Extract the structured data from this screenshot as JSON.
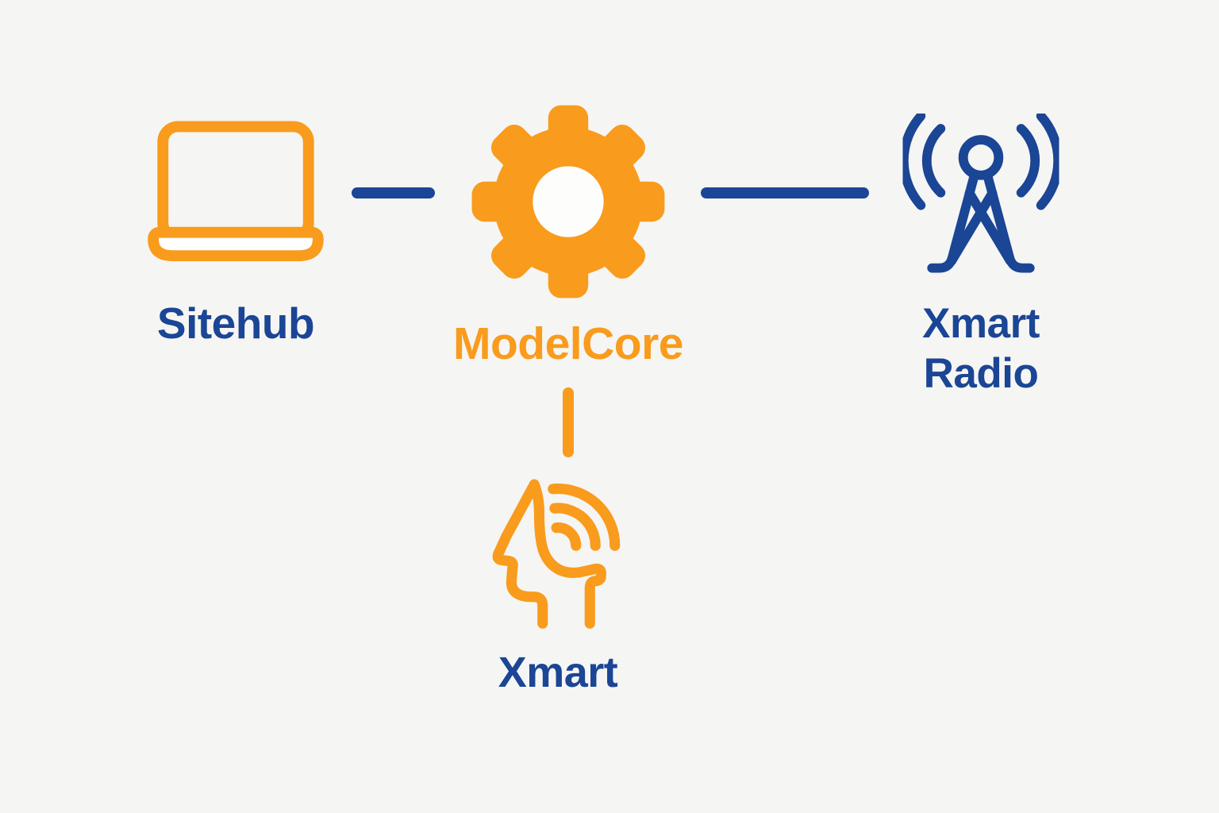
{
  "diagram": {
    "title": "",
    "background_color": "#f5f5f3",
    "colors": {
      "orange": "#f99b1c",
      "blue": "#1b4595",
      "white": "#ffffff"
    },
    "nodes": [
      {
        "id": "sitehub",
        "label": "Sitehub",
        "icon": "laptop-icon",
        "icon_color": "orange",
        "label_color": "blue"
      },
      {
        "id": "modelcore",
        "label": "ModelCore",
        "icon": "gear-icon",
        "icon_color": "orange",
        "label_color": "orange"
      },
      {
        "id": "xmart-radio",
        "label": "Xmart Radio",
        "label_lines": [
          "Xmart",
          "Radio"
        ],
        "icon": "radio-tower-icon",
        "icon_color": "blue",
        "label_color": "blue"
      },
      {
        "id": "xmart",
        "label": "Xmart",
        "icon": "head-signal-icon",
        "icon_color": "orange",
        "label_color": "blue"
      }
    ],
    "connections": [
      {
        "from": "sitehub",
        "to": "modelcore",
        "color": "blue",
        "orientation": "horizontal"
      },
      {
        "from": "modelcore",
        "to": "xmart-radio",
        "color": "blue",
        "orientation": "horizontal"
      },
      {
        "from": "modelcore",
        "to": "xmart",
        "color": "orange",
        "orientation": "vertical"
      }
    ]
  }
}
